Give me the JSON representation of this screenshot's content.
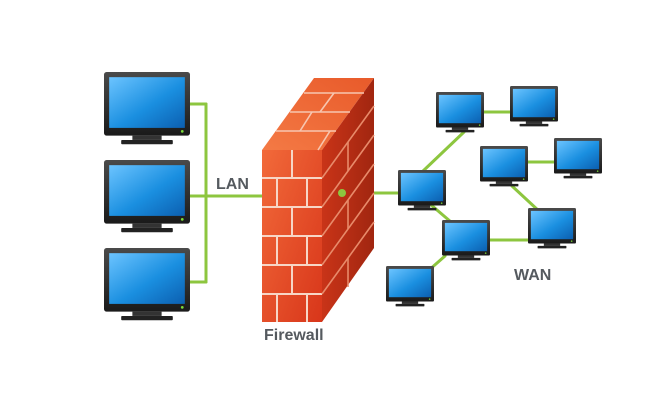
{
  "diagram": {
    "title": "",
    "labels": {
      "lan": "LAN",
      "firewall": "Firewall",
      "wan": "WAN"
    },
    "nodes": {
      "lan_computers": [
        "lan-pc-1",
        "lan-pc-2",
        "lan-pc-3"
      ],
      "wan_computers": [
        "wan-pc-hub",
        "wan-pc-1",
        "wan-pc-2",
        "wan-pc-3",
        "wan-pc-4",
        "wan-pc-5",
        "wan-pc-6",
        "wan-pc-7"
      ]
    },
    "edges": [
      [
        "lan-pc-1",
        "lan-bus"
      ],
      [
        "lan-pc-2",
        "lan-bus"
      ],
      [
        "lan-pc-3",
        "lan-bus"
      ],
      [
        "lan-bus",
        "firewall"
      ],
      [
        "firewall",
        "wan-pc-hub"
      ],
      [
        "wan-pc-hub",
        "wan-pc-1"
      ],
      [
        "wan-pc-1",
        "wan-pc-2"
      ],
      [
        "wan-pc-hub",
        "wan-pc-5"
      ],
      [
        "wan-pc-5",
        "wan-pc-6"
      ],
      [
        "wan-pc-5",
        "wan-pc-7"
      ],
      [
        "wan-pc-3",
        "wan-pc-4"
      ],
      [
        "wan-pc-3",
        "wan-pc-6"
      ]
    ]
  },
  "colors": {
    "link": "#8dc63f",
    "brick": "#e8401c",
    "brick_dark": "#b22a0f",
    "mortar": "#f4d9cc",
    "screen": "#1a8fe0",
    "monitor_frame": "#2b2b2b",
    "label_text": "#555a5f"
  },
  "icons": {
    "computer": "monitor-icon",
    "firewall": "brick-wall-icon"
  }
}
